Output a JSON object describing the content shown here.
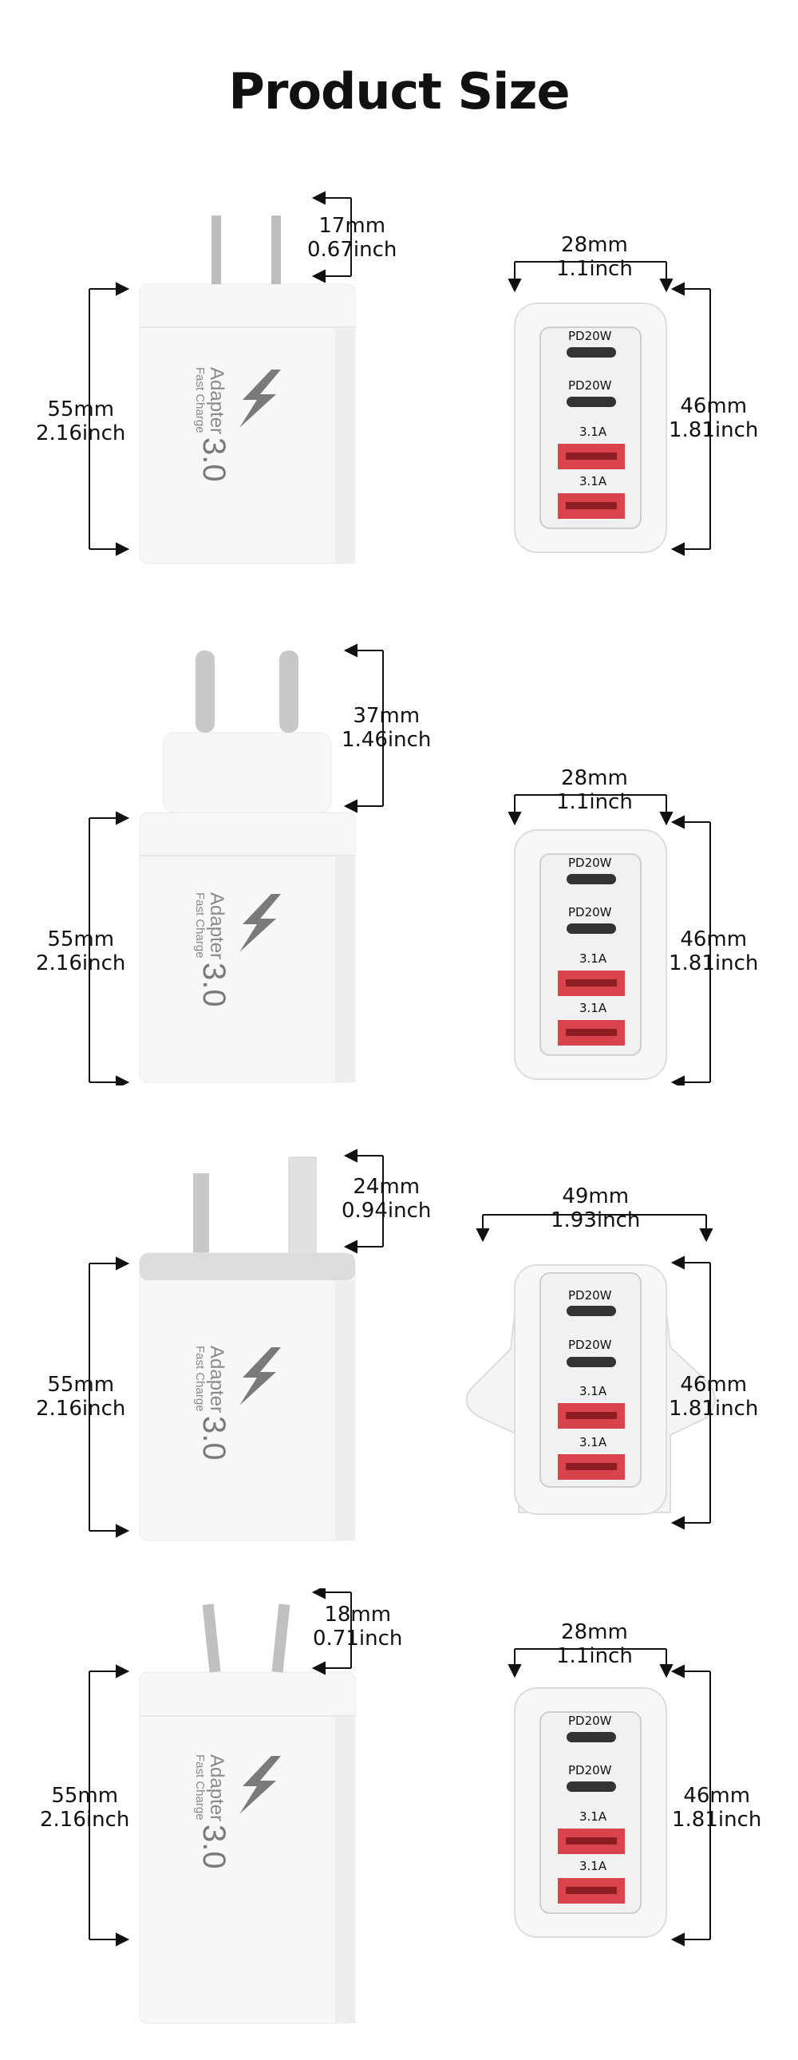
{
  "title": "Product Size",
  "product": {
    "brand_line": "Adapter",
    "sub_line": "Fast Charge",
    "version": "3.0"
  },
  "ports": [
    "PD20W",
    "PD20W",
    "3.1A",
    "3.1A"
  ],
  "colors": {
    "body": "#f7f7f7",
    "usb_red": "#d9434b",
    "arrow": "#111111",
    "bolt": "#7a7a7a"
  },
  "variants": [
    {
      "plug_type": "US",
      "plug_length": {
        "mm": "17mm",
        "inch": "0.67inch"
      },
      "height": {
        "mm": "55mm",
        "inch": "2.16inch"
      },
      "front_width": {
        "mm": "28mm",
        "inch": "1.1inch"
      },
      "front_height": {
        "mm": "46mm",
        "inch": "1.81inch"
      }
    },
    {
      "plug_type": "EU",
      "plug_length": {
        "mm": "37mm",
        "inch": "1.46inch"
      },
      "height": {
        "mm": "55mm",
        "inch": "2.16inch"
      },
      "front_width": {
        "mm": "28mm",
        "inch": "1.1inch"
      },
      "front_height": {
        "mm": "46mm",
        "inch": "1.81inch"
      }
    },
    {
      "plug_type": "UK",
      "plug_length": {
        "mm": "24mm",
        "inch": "0.94inch"
      },
      "height": {
        "mm": "55mm",
        "inch": "2.16inch"
      },
      "front_width": {
        "mm": "49mm",
        "inch": "1.93inch"
      },
      "front_height": {
        "mm": "46mm",
        "inch": "1.81inch"
      }
    },
    {
      "plug_type": "AU",
      "plug_length": {
        "mm": "18mm",
        "inch": "0.71inch"
      },
      "height": {
        "mm": "55mm",
        "inch": "2.16inch"
      },
      "front_width": {
        "mm": "28mm",
        "inch": "1.1inch"
      },
      "front_height": {
        "mm": "46mm",
        "inch": "1.81inch"
      }
    }
  ]
}
